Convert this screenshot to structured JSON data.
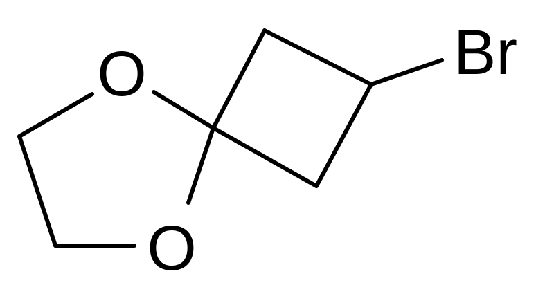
{
  "atoms": {
    "oxygen_top": "O",
    "oxygen_bottom": "O",
    "bromine": "Br"
  },
  "colors": {
    "bond": "#000000",
    "text": "#000000",
    "background": "#ffffff"
  }
}
